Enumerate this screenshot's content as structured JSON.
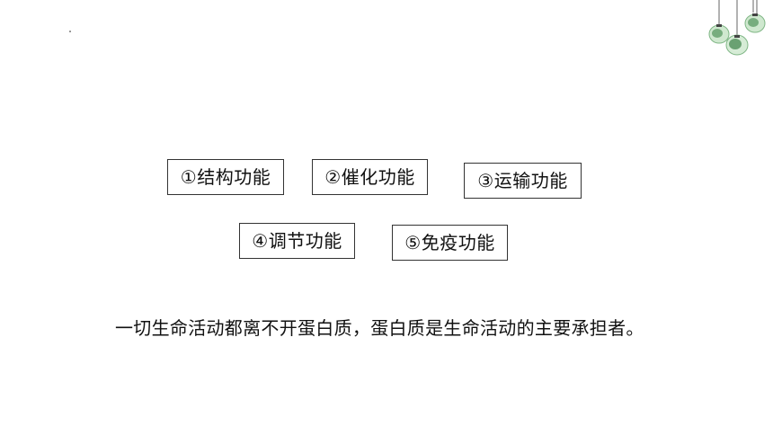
{
  "functions": [
    {
      "label": "①结构功能"
    },
    {
      "label": "②催化功能"
    },
    {
      "label": "③运输功能"
    },
    {
      "label": "④调节功能"
    },
    {
      "label": "⑤免疫功能"
    }
  ],
  "summary": "一切生命活动都离不开蛋白质，蛋白质是生命活动的主要承担者。",
  "decoration": {
    "icon": "hanging-lanterns-icon",
    "accent_green": "#5a9a63",
    "light_green": "#bfe0c0",
    "string_color": "#666666"
  }
}
